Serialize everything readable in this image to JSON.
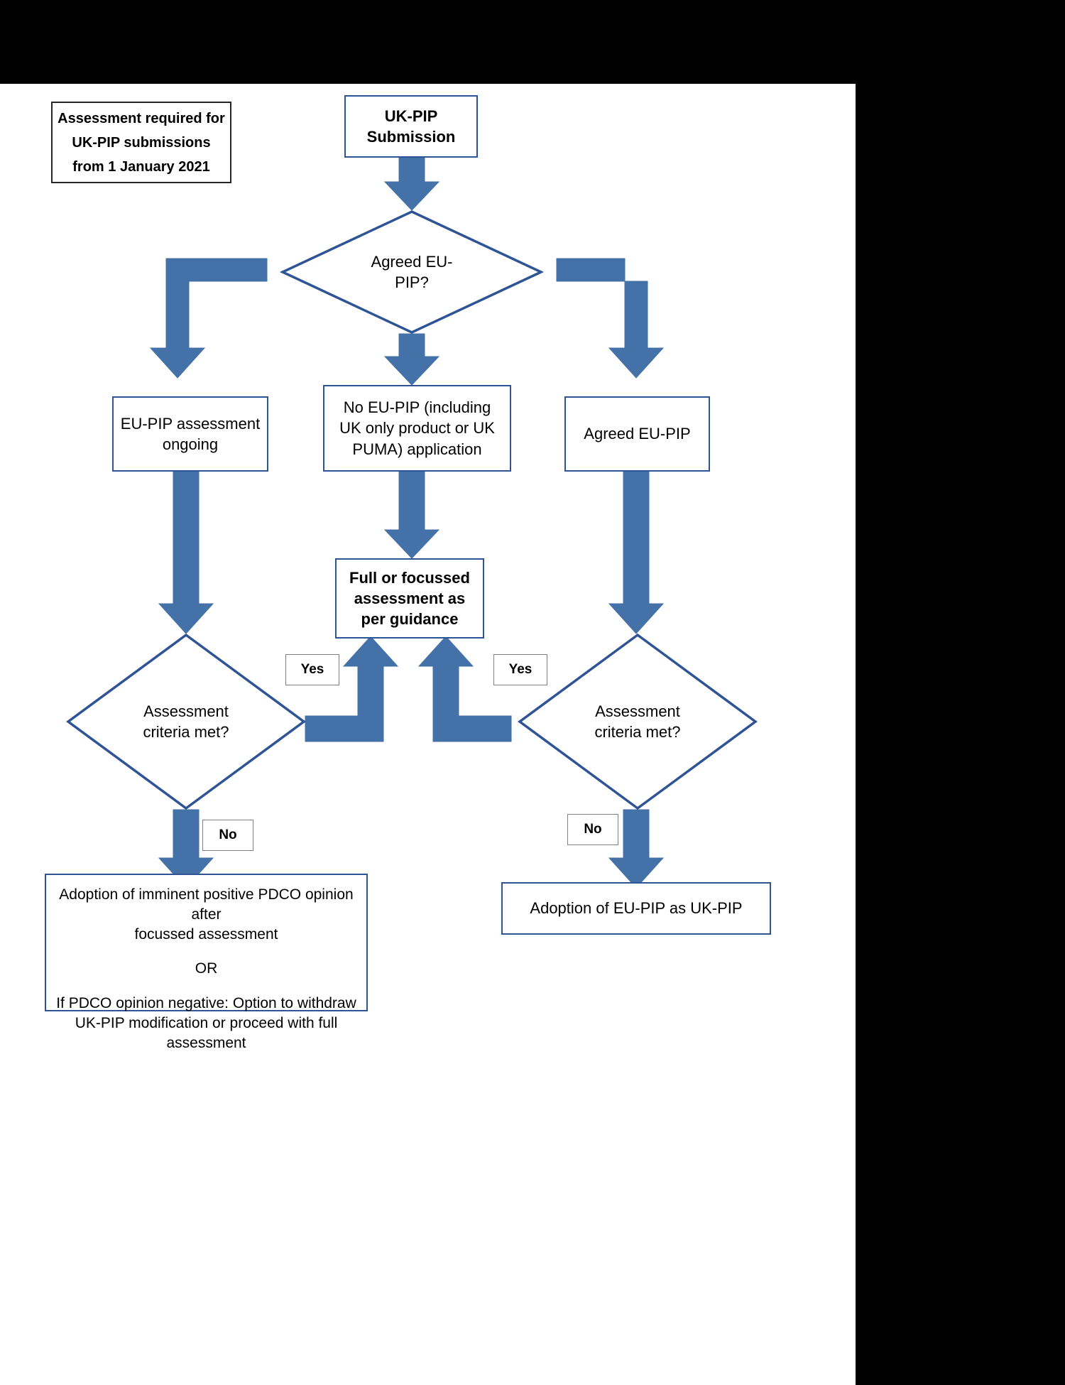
{
  "diagram": {
    "title": "UK-PIP assessment decision flowchart",
    "colors": {
      "arrow_fill": "#4472a8",
      "arrow_stroke": "#4472a8",
      "box_border_blue": "#2f5496",
      "box_border_black": "#262626",
      "tag_border_gray": "#808080",
      "background": "#ffffff",
      "letterbox": "#000000",
      "text": "#000000"
    },
    "nodes": {
      "note": {
        "shape": "note",
        "label": "Assessment required for\nUK-PIP submissions\nfrom 1 January 2021"
      },
      "start": {
        "shape": "process",
        "label": "UK-PIP\nSubmission"
      },
      "decision_agreed_eu_pip": {
        "shape": "decision",
        "label": "Agreed EU-\nPIP?"
      },
      "left_branch": {
        "shape": "process",
        "label": "EU-PIP assessment\nongoing"
      },
      "middle_branch": {
        "shape": "process",
        "label": "No EU-PIP (including\nUK only product or UK\nPUMA) application"
      },
      "right_branch": {
        "shape": "process",
        "label": "Agreed EU-PIP"
      },
      "full_or_focussed": {
        "shape": "process",
        "label": "Full or focussed\nassessment as\nper guidance"
      },
      "left_criteria": {
        "shape": "decision",
        "label": "Assessment\ncriteria met?"
      },
      "right_criteria": {
        "shape": "decision",
        "label": "Assessment\ncriteria met?"
      },
      "left_outcome": {
        "shape": "process",
        "line1": "Adoption of imminent positive PDCO opinion after",
        "line2": "focussed assessment",
        "line3": "OR",
        "line4": "If PDCO opinion negative: Option to withdraw",
        "line5": "UK-PIP modification or proceed with full",
        "line6": "assessment"
      },
      "right_outcome": {
        "shape": "process",
        "label": "Adoption of EU-PIP as UK-PIP"
      }
    },
    "edge_labels": {
      "yes_left": "Yes",
      "yes_right": "Yes",
      "no_left": "No",
      "no_right": "No"
    }
  }
}
